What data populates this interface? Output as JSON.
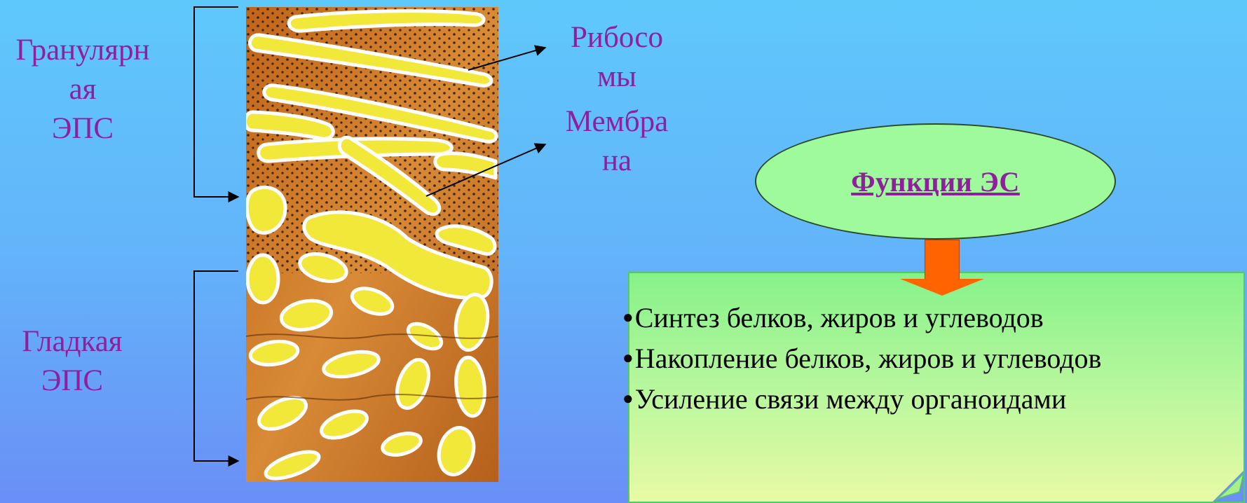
{
  "labels": {
    "granular_er": [
      "Гранулярн",
      "ая",
      "ЭПС"
    ],
    "smooth_er": [
      "Гладкая",
      "ЭПС"
    ],
    "ribosomes": [
      "Рибосо",
      "мы"
    ],
    "membrane": [
      "Мембра",
      "на"
    ]
  },
  "functions": {
    "title": "Функции ЭС",
    "items": [
      "Синтез белков, жиров и углеводов",
      "Накопление белков, жиров и углеводов",
      "Усиление связи между органоидами"
    ]
  },
  "colors": {
    "label_text": "#8f1f9c",
    "ellipse_fill": "#9efa9a",
    "arrow_fill": "#ff6400",
    "box_fill_top": "#86f28a",
    "box_fill_bottom": "#e8faa4",
    "er_cytoplasm": "#c9701f",
    "er_cisterna": "#f2e83a"
  },
  "icons": {
    "bracket": "bracket-arrow-icon",
    "pointer": "pointer-arrow-icon",
    "down_arrow": "down-arrow-icon"
  }
}
